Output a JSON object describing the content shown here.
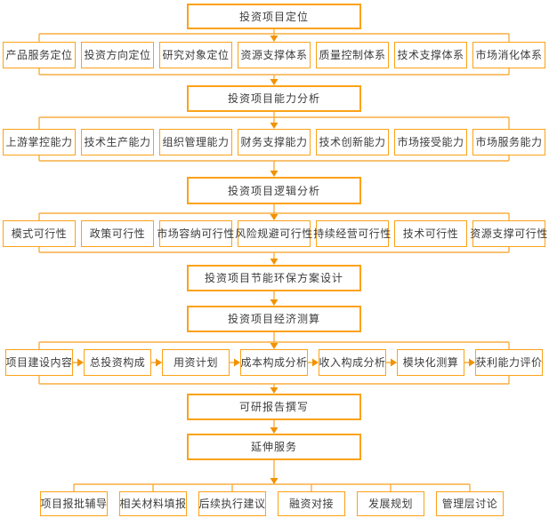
{
  "palette": {
    "bg": "#FFFFFF",
    "box": "#FCA218",
    "line": "#F9AE42",
    "arrow": "#F29200",
    "text": "#3C3C3C"
  },
  "flow": {
    "top": "投资项目定位",
    "row1": [
      "产品服务定位",
      "投资方向定位",
      "研究对象定位",
      "资源支撑体系",
      "质量控制体系",
      "技术支撑体系",
      "市场消化体系"
    ],
    "stage2": "投资项目能力分析",
    "row2": [
      "上游掌控能力",
      "技术生产能力",
      "组织管理能力",
      "财务支撑能力",
      "技术创新能力",
      "市场接受能力",
      "市场服务能力"
    ],
    "stage3": "投资项目逻辑分析",
    "row3": [
      "模式可行性",
      "政策可行性",
      "市场容纳可行性",
      "风险规避可行性",
      "持续经营可行性",
      "技术可行性",
      "资源支撑可行性"
    ],
    "stage4": "投资项目节能环保方案设计",
    "stage5": "投资项目经济测算",
    "row4": [
      "项目建设内容",
      "总投资构成",
      "用资计划",
      "成本构成分析",
      "收入构成分析",
      "模块化测算",
      "获利能力评价"
    ],
    "stage6": "可研报告撰写",
    "stage7": "延伸服务",
    "row5": [
      "项目报批辅导",
      "相关材料填报",
      "后续执行建议",
      "融资对接",
      "发展规划",
      "管理层讨论"
    ]
  }
}
